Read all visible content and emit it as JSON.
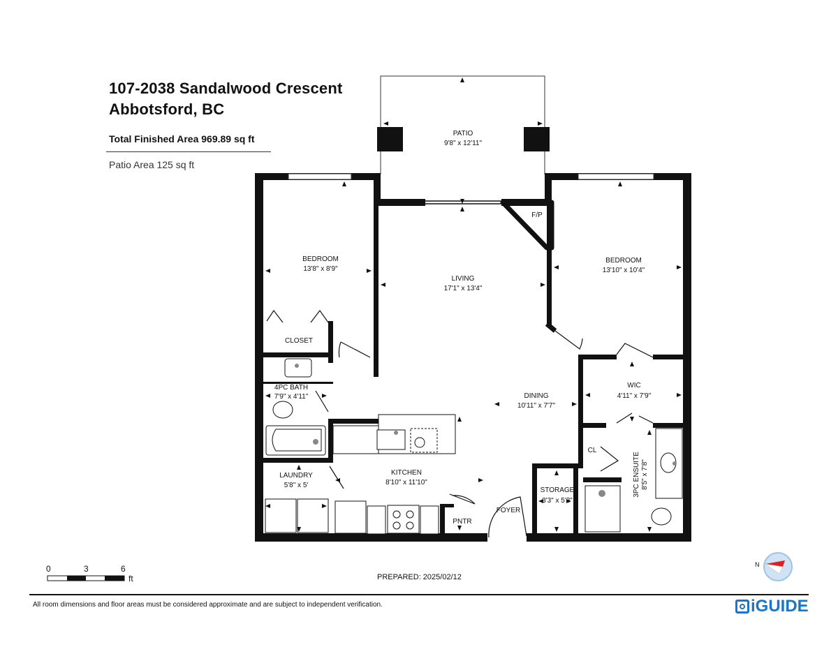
{
  "header": {
    "address_line1": "107-2038 Sandalwood Crescent",
    "address_line2": "Abbotsford, BC",
    "total_area": "Total Finished Area 969.89 sq ft",
    "patio_area": "Patio Area 125 sq ft"
  },
  "rooms": [
    {
      "key": "patio",
      "name": "PATIO",
      "dims": "9'8\" x 12'11\""
    },
    {
      "key": "bedroom1",
      "name": "BEDROOM",
      "dims": "13'8\" x 8'9\""
    },
    {
      "key": "living",
      "name": "LIVING",
      "dims": "17'1\" x 13'4\""
    },
    {
      "key": "bedroom2",
      "name": "BEDROOM",
      "dims": "13'10\" x 10'4\""
    },
    {
      "key": "closet",
      "name": "CLOSET",
      "dims": ""
    },
    {
      "key": "bath4",
      "name": "4PC BATH",
      "dims": "7'9\" x 4'11\""
    },
    {
      "key": "dining",
      "name": "DINING",
      "dims": "10'11\" x 7'7\""
    },
    {
      "key": "wic",
      "name": "WIC",
      "dims": "4'11\" x 7'9\""
    },
    {
      "key": "laundry",
      "name": "LAUNDRY",
      "dims": "5'8\" x 5'"
    },
    {
      "key": "kitchen",
      "name": "KITCHEN",
      "dims": "8'10\" x 11'10\""
    },
    {
      "key": "storage",
      "name": "STORAGE",
      "dims": "3'3\" x 5'3\""
    },
    {
      "key": "ensuite",
      "name": "3PC ENSUITE",
      "dims": "8'5\" x 7'8\""
    },
    {
      "key": "fp",
      "name": "F/P",
      "dims": ""
    },
    {
      "key": "cl",
      "name": "CL",
      "dims": ""
    },
    {
      "key": "pntr",
      "name": "PNTR",
      "dims": ""
    },
    {
      "key": "foyer",
      "name": "FOYER",
      "dims": ""
    }
  ],
  "scale": {
    "ticks": [
      "0",
      "3",
      "6"
    ],
    "unit": "ft"
  },
  "compass": {
    "north_label": "N"
  },
  "footer": {
    "prepared": "PREPARED: 2025/02/12",
    "disclaimer": "All room dimensions and floor areas must be considered approximate and are subject to independent verification.",
    "brand": "iGUIDE"
  },
  "colors": {
    "wall": "#111111",
    "brand": "#1a76c6",
    "compass_needle": "#e02020"
  }
}
